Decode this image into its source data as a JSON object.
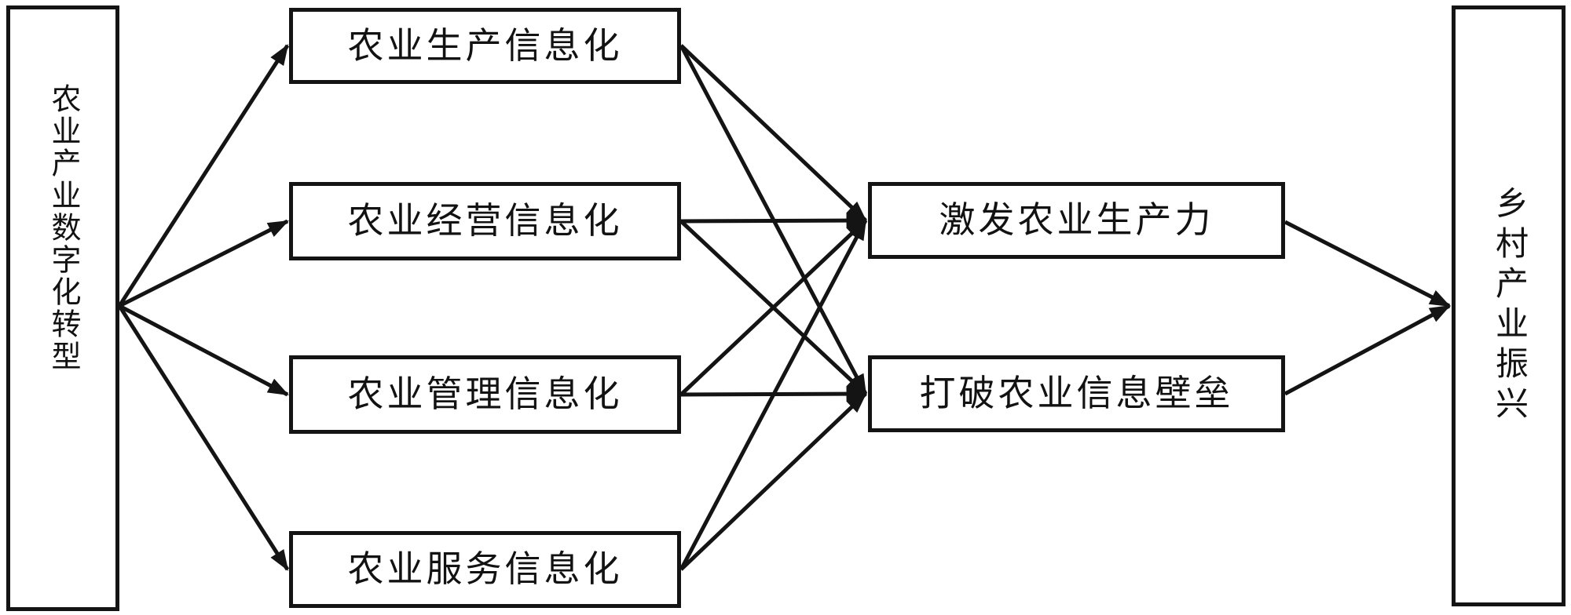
{
  "diagram": {
    "source": {
      "id": "source",
      "label": "农业产业数字化转型"
    },
    "middle_nodes": [
      {
        "id": "production",
        "label": "农业生产信息化"
      },
      {
        "id": "operations",
        "label": "农业经营信息化"
      },
      {
        "id": "management",
        "label": "农业管理信息化"
      },
      {
        "id": "service",
        "label": "农业服务信息化"
      }
    ],
    "outcome_nodes": [
      {
        "id": "stimulate-productivity",
        "label": "激发农业生产力"
      },
      {
        "id": "break-barriers",
        "label": "打破农业信息壁垒"
      }
    ],
    "target": {
      "id": "target",
      "label": "乡村产业振兴"
    },
    "edges": [
      {
        "from": "source",
        "to": "production"
      },
      {
        "from": "source",
        "to": "operations"
      },
      {
        "from": "source",
        "to": "management"
      },
      {
        "from": "source",
        "to": "service"
      },
      {
        "from": "production",
        "to": "stimulate-productivity"
      },
      {
        "from": "production",
        "to": "break-barriers"
      },
      {
        "from": "operations",
        "to": "stimulate-productivity"
      },
      {
        "from": "operations",
        "to": "break-barriers"
      },
      {
        "from": "management",
        "to": "stimulate-productivity"
      },
      {
        "from": "management",
        "to": "break-barriers"
      },
      {
        "from": "service",
        "to": "stimulate-productivity"
      },
      {
        "from": "service",
        "to": "break-barriers"
      },
      {
        "from": "stimulate-productivity",
        "to": "target"
      },
      {
        "from": "break-barriers",
        "to": "target"
      }
    ],
    "colors": {
      "background": "#ffffff",
      "line": "#141414",
      "box_border": "#141414",
      "text": "#121212"
    }
  }
}
